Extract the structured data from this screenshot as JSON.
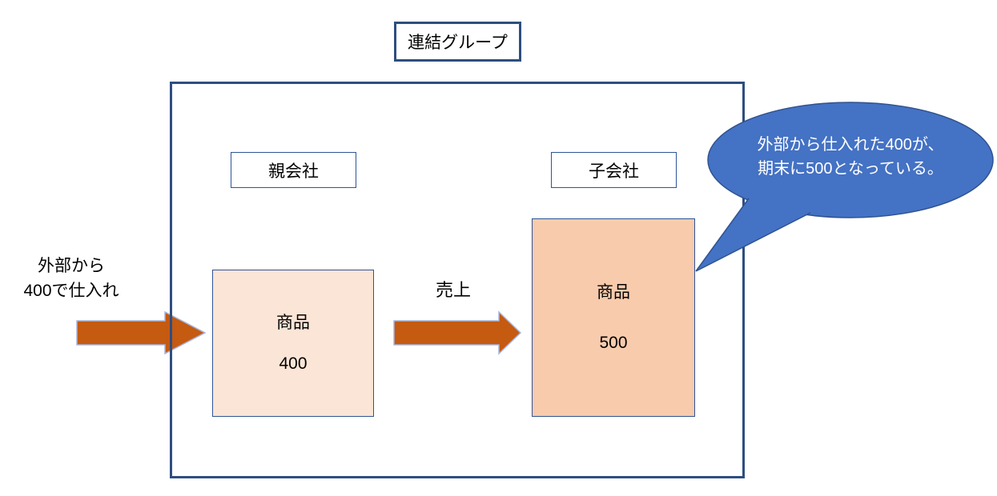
{
  "colors": {
    "border-blue": "#2E4E80",
    "box-border-blue": "#2F5496",
    "bubble-blue": "#4472C4",
    "bubble-stroke": "#2F528F",
    "arrow-orange": "#C55A11",
    "arrow-stroke": "#A6B5DB",
    "goods-light": "#FBE5D6",
    "goods-dark": "#F8CBAD",
    "text-black": "#000000",
    "bubble-text": "#FFFFFF"
  },
  "diagram": {
    "title": "連結グループ",
    "parent_label": "親会社",
    "subsidiary_label": "子会社",
    "external_note": {
      "line1": "外部から",
      "line2": "400で仕入れ"
    },
    "sales_label": "売上",
    "parent_goods": {
      "name": "商品",
      "value": "400"
    },
    "subsidiary_goods": {
      "name": "商品",
      "value": "500"
    },
    "callout": {
      "line1": "外部から仕入れた400が、",
      "line2": "期末に500となっている。"
    }
  }
}
